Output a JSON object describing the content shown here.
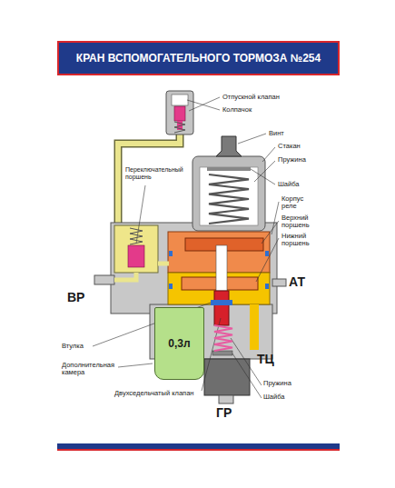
{
  "diagram": {
    "title": "КРАН ВСПОМОГАТЕЛЬНОГО ТОРМОЗА №254",
    "nodes": [
      {
        "text": [
          "0,3л"
        ]
      }
    ],
    "labels": [
      "Отпускной клапан",
      "Колпачок",
      "Винт",
      "Стакан",
      "Пружина",
      "Шайба",
      "Корпус реле",
      "Верхний поршень",
      "Нижний поршень",
      "АТ",
      "Переключательный поршень",
      "ВР",
      "Втулка",
      "Дополнительная камера",
      "Двухседельчатый клапан",
      "ТЦ",
      "Пружина",
      "Шайба",
      "ГР"
    ]
  }
}
